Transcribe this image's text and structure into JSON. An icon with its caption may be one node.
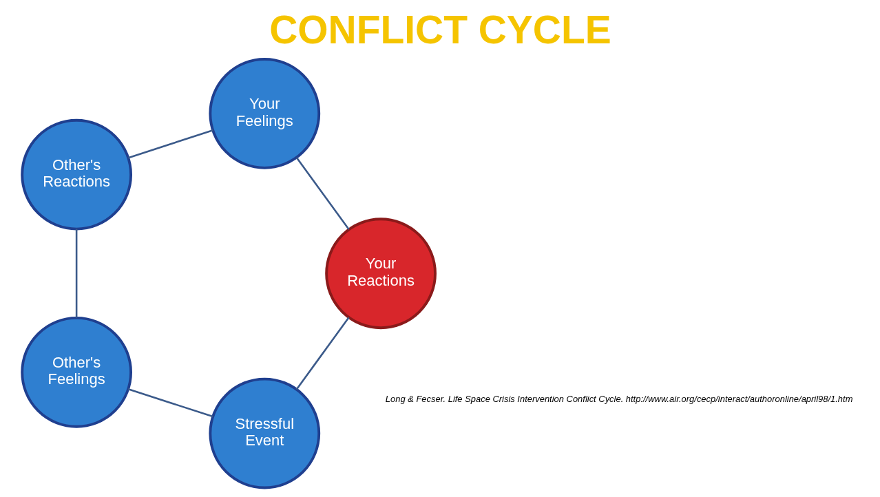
{
  "diagram": {
    "title": "CONFLICT CYCLE",
    "caption": "Long & Fecser. Life Space Crisis Intervention Conflict Cycle. http://www.air.org/cecp/interact/authoronline/april98/1.htm",
    "nodes": [
      {
        "text": [
          "Stressful Event"
        ]
      },
      {
        "text": [
          "Other's Feelings"
        ]
      },
      {
        "text": [
          "Other's Reactions"
        ]
      },
      {
        "text": [
          "Your Feelings"
        ]
      },
      {
        "text": [
          "Your Reactions"
        ]
      }
    ],
    "edges": [
      {
        "from": 0,
        "to": 1,
        "arrow": "none"
      },
      {
        "from": 1,
        "to": 2,
        "arrow": "none"
      },
      {
        "from": 2,
        "to": 3,
        "arrow": "none"
      },
      {
        "from": 3,
        "to": 4,
        "arrow": "none"
      },
      {
        "from": 4,
        "to": 0,
        "arrow": "none"
      }
    ]
  }
}
